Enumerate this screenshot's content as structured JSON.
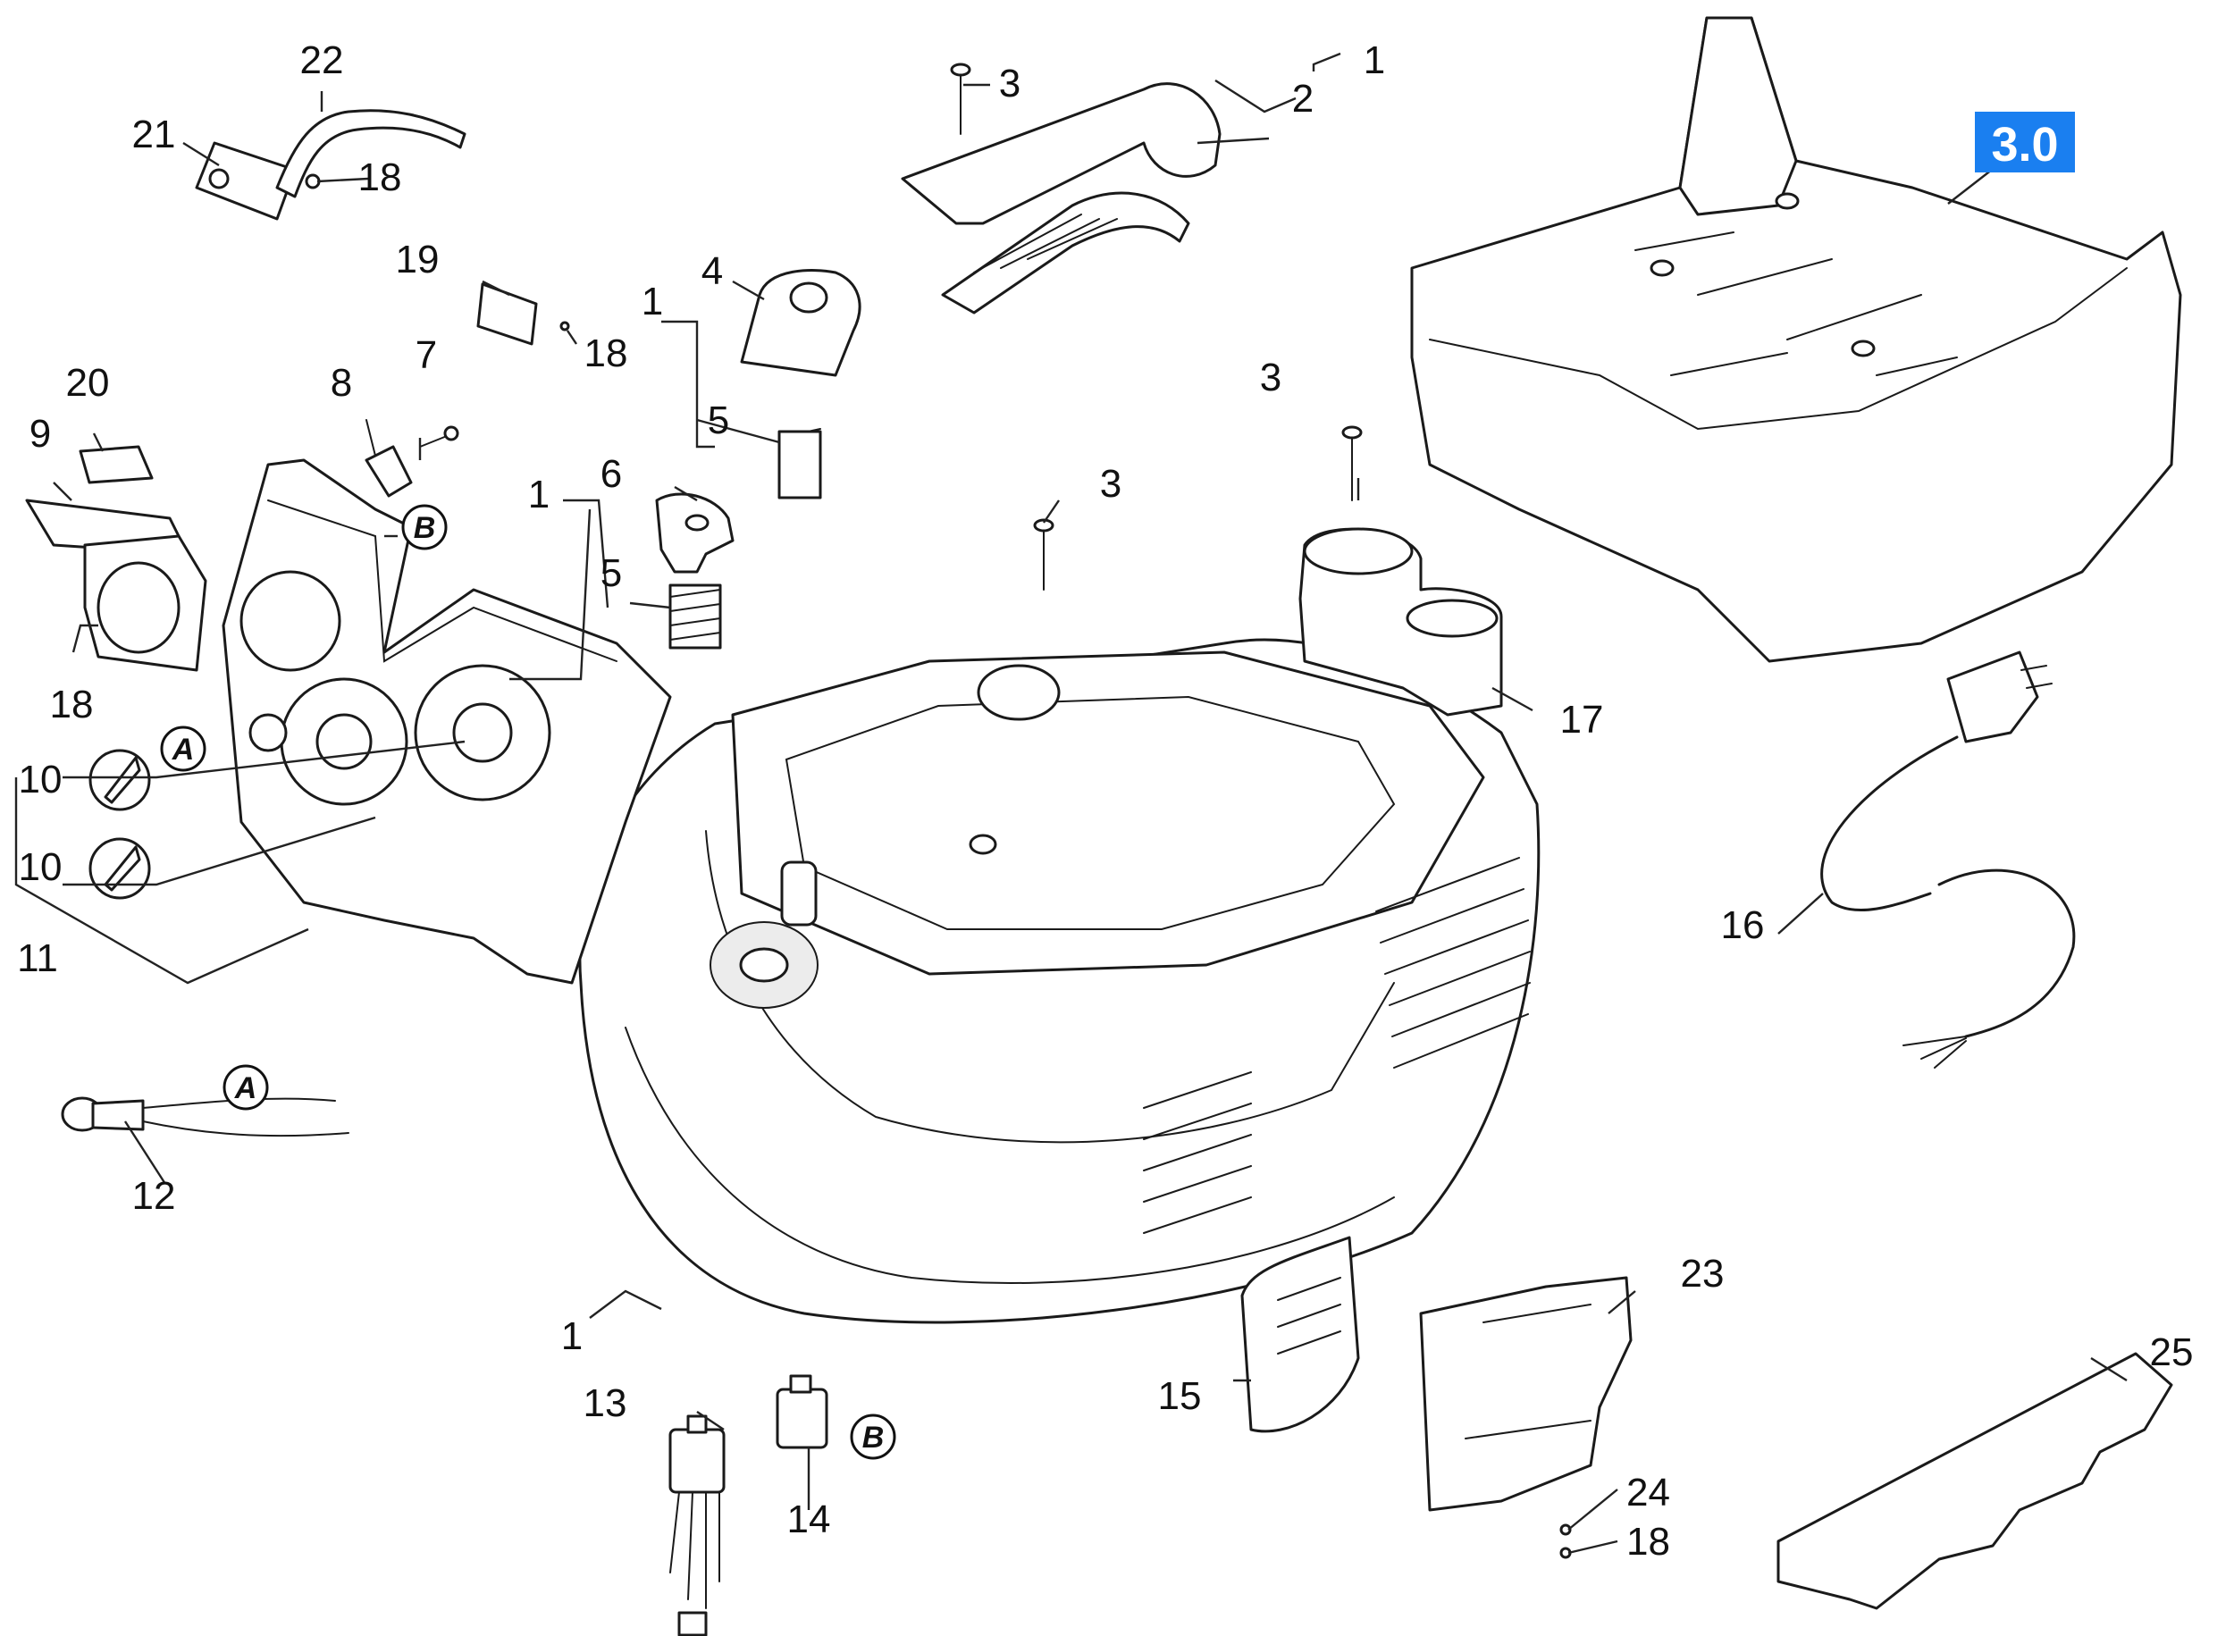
{
  "group_badge": {
    "label": "3.0",
    "color": "#1a7ff0"
  },
  "callouts": [
    {
      "id": "c1a",
      "text": "1"
    },
    {
      "id": "c2",
      "text": "2"
    },
    {
      "id": "c3a",
      "text": "3"
    },
    {
      "id": "c22",
      "text": "22"
    },
    {
      "id": "c21",
      "text": "21"
    },
    {
      "id": "c18a",
      "text": "18"
    },
    {
      "id": "c19",
      "text": "19"
    },
    {
      "id": "c18b",
      "text": "18"
    },
    {
      "id": "c4",
      "text": "4"
    },
    {
      "id": "c1b",
      "text": "1"
    },
    {
      "id": "c5a",
      "text": "5"
    },
    {
      "id": "c7",
      "text": "7"
    },
    {
      "id": "c8",
      "text": "8"
    },
    {
      "id": "c20",
      "text": "20"
    },
    {
      "id": "c9",
      "text": "9"
    },
    {
      "id": "c6",
      "text": "6"
    },
    {
      "id": "c1c",
      "text": "1"
    },
    {
      "id": "c5b",
      "text": "5"
    },
    {
      "id": "c18c",
      "text": "18"
    },
    {
      "id": "c10a",
      "text": "10"
    },
    {
      "id": "c10b",
      "text": "10"
    },
    {
      "id": "c11",
      "text": "11"
    },
    {
      "id": "c3b",
      "text": "3"
    },
    {
      "id": "c3c",
      "text": "3"
    },
    {
      "id": "c17",
      "text": "17"
    },
    {
      "id": "c16",
      "text": "16"
    },
    {
      "id": "c12",
      "text": "12"
    },
    {
      "id": "c1d",
      "text": "1"
    },
    {
      "id": "c13",
      "text": "13"
    },
    {
      "id": "c14",
      "text": "14"
    },
    {
      "id": "c15",
      "text": "15"
    },
    {
      "id": "c23",
      "text": "23"
    },
    {
      "id": "c24",
      "text": "24"
    },
    {
      "id": "c18d",
      "text": "18"
    },
    {
      "id": "c25",
      "text": "25"
    }
  ],
  "reference_marks": [
    {
      "id": "refA1",
      "text": "A"
    },
    {
      "id": "refA2",
      "text": "A"
    },
    {
      "id": "refB1",
      "text": "B"
    },
    {
      "id": "refB2",
      "text": "B"
    }
  ]
}
